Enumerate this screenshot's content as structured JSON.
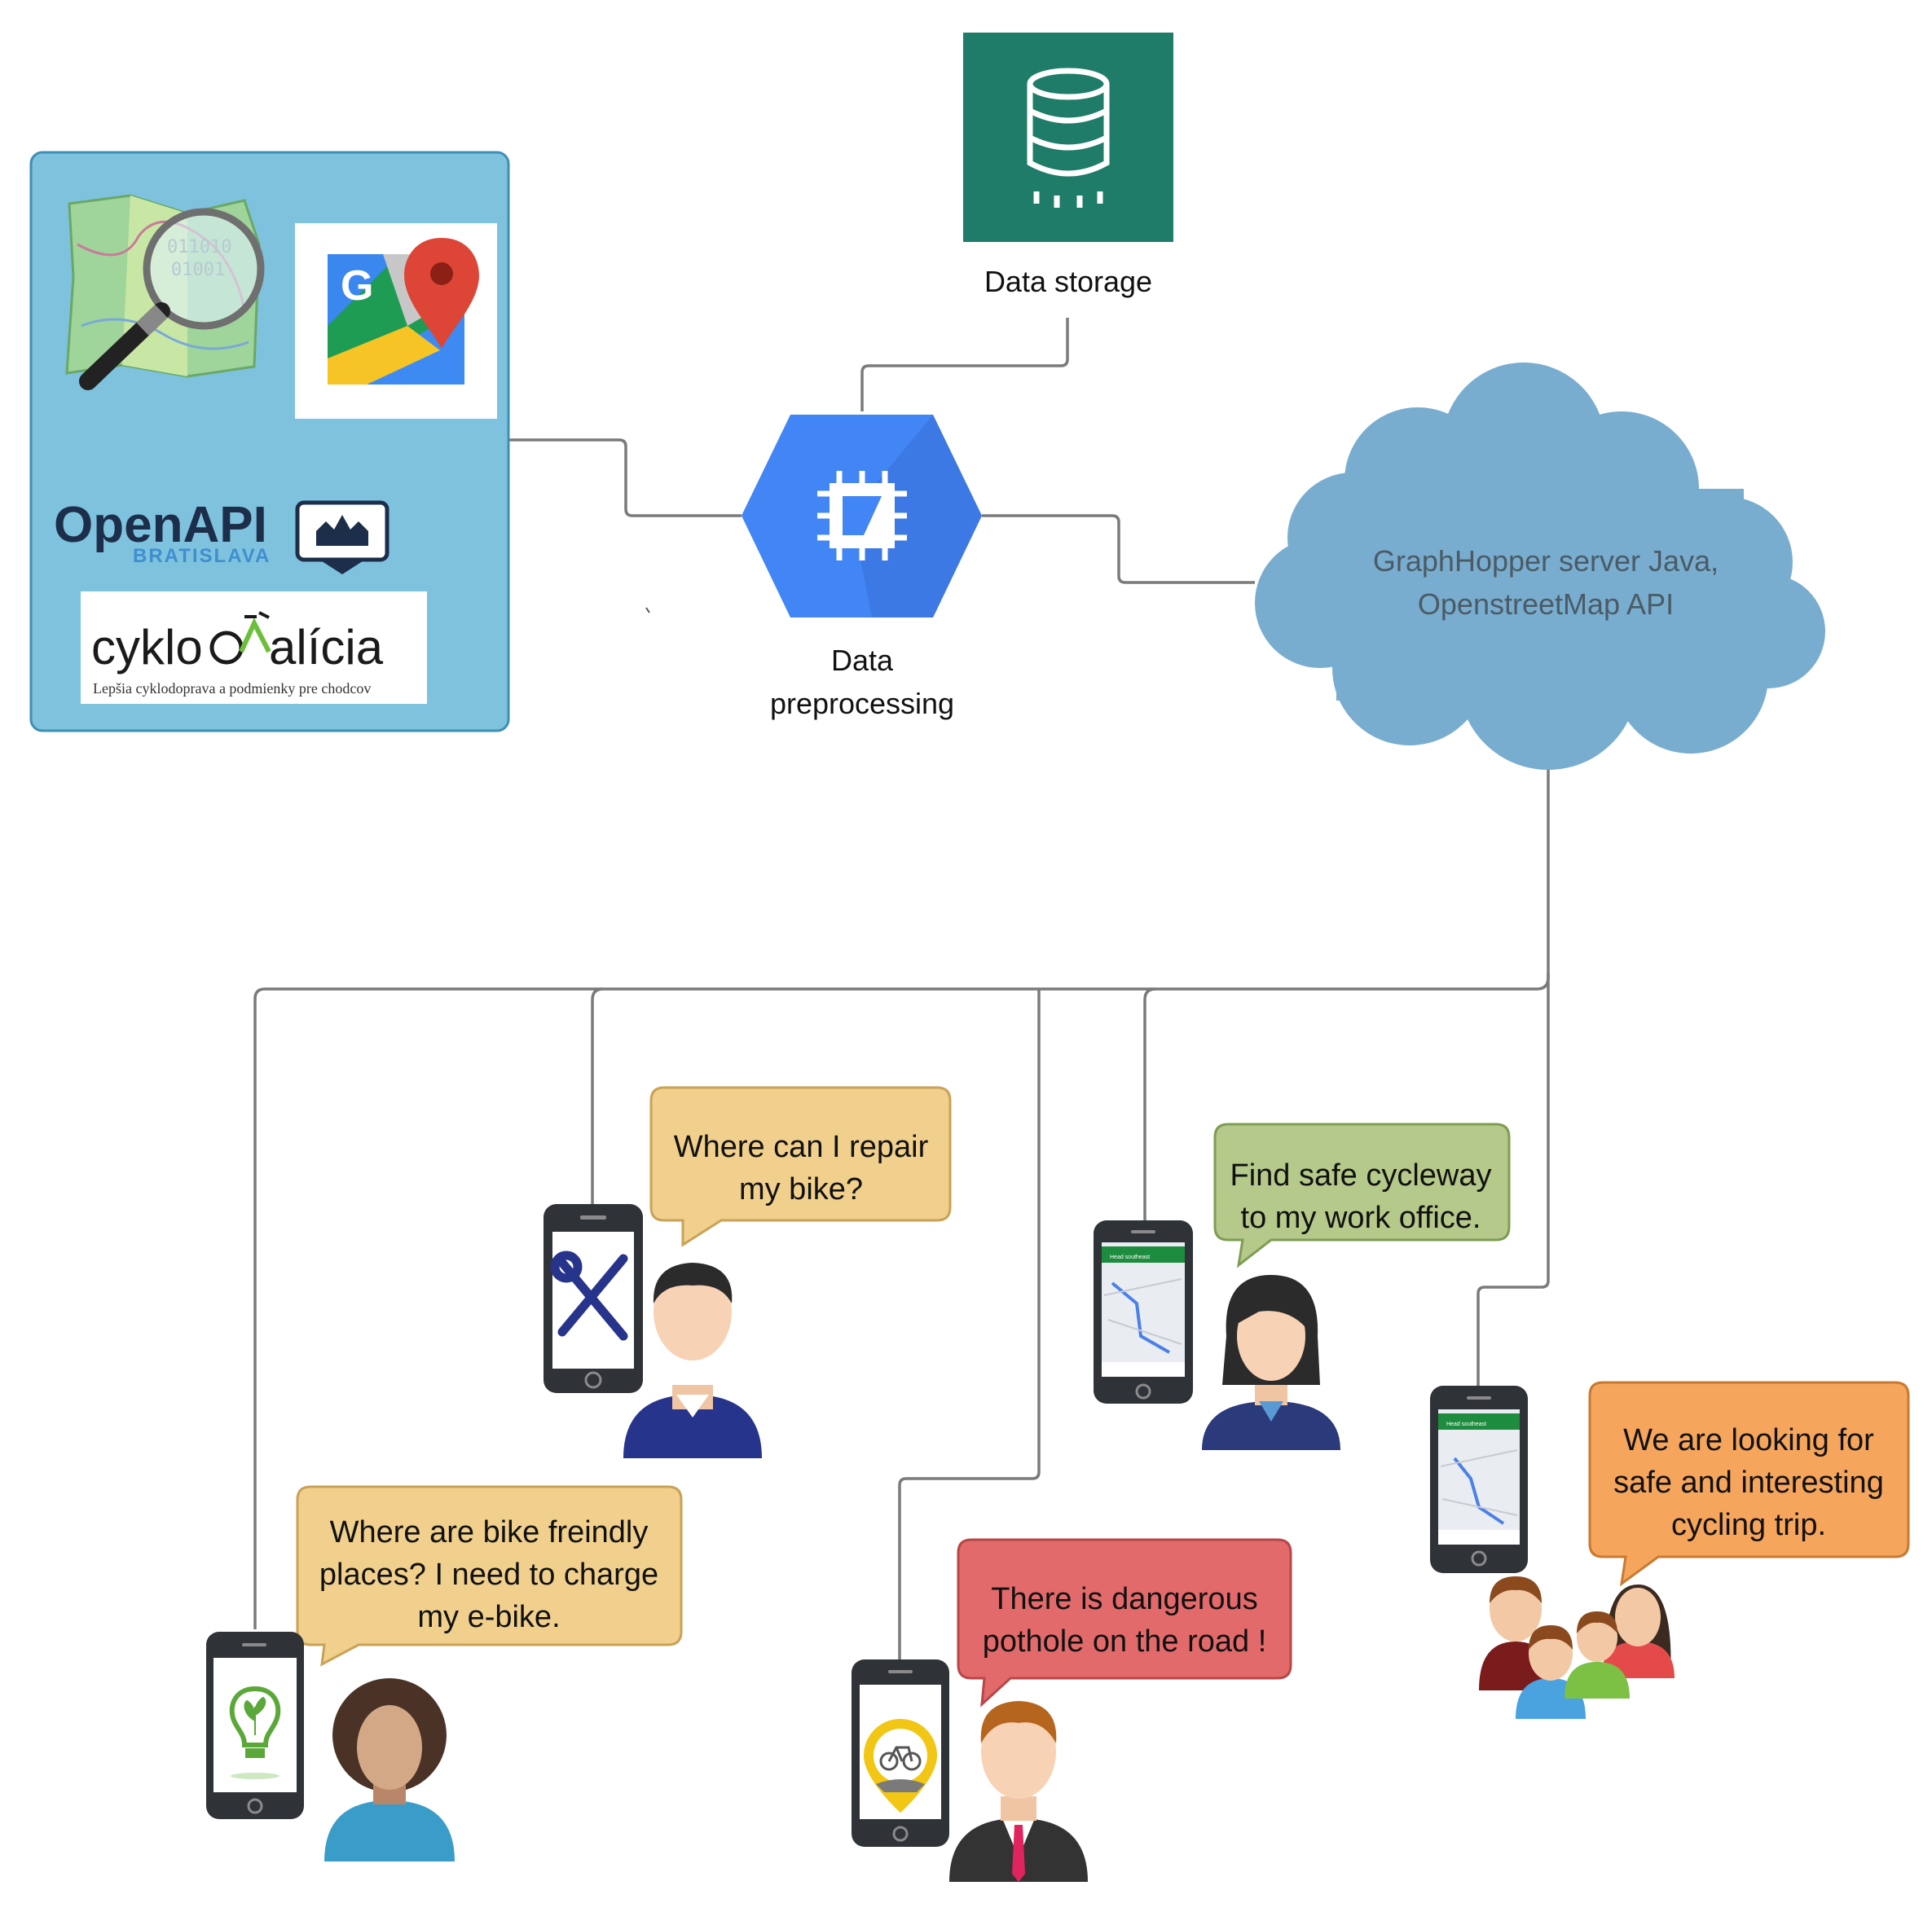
{
  "sources": {
    "openapi_title": "OpenAPI",
    "openapi_sub": "BRATISLAVA",
    "cyklo_left": "cyklo",
    "cyklo_right": "alícia",
    "cyklo_tagline": "Lepšia cyklodoprava a podmienky pre chodcov",
    "gmaps_letter": "G"
  },
  "storage": {
    "label": "Data storage"
  },
  "preprocessing": {
    "label_line1": "Data",
    "label_line2": "preprocessing"
  },
  "server": {
    "line1": "GraphHopper server Java,",
    "line2": "OpenstreetMap API"
  },
  "phone_nav": {
    "banner": "Head southeast"
  },
  "bubbles": {
    "repair": {
      "line1": "Where can I repair",
      "line2": "my bike?"
    },
    "cycleway": {
      "line1": "Find safe cycleway",
      "line2": "to my work office."
    },
    "charge": {
      "line1": "Where are bike freindly",
      "line2": "places? I need to charge",
      "line3": "my e-bike."
    },
    "pothole": {
      "line1": "There is dangerous",
      "line2": "pothole on the road !"
    },
    "trip": {
      "line1": "We are looking for",
      "line2": "safe and interesting",
      "line3": "cycling trip."
    }
  },
  "colors": {
    "source_panel": "#7ec2dd",
    "storage_box": "#1e7c68",
    "preprocess_hex": "#4285f4",
    "cloud": "#78adcf",
    "bubble_yellow": "#f0d08c",
    "bubble_green": "#b5c98a",
    "bubble_red": "#e36a6b",
    "bubble_orange": "#f5a55c",
    "connector": "#7a7a7a"
  }
}
